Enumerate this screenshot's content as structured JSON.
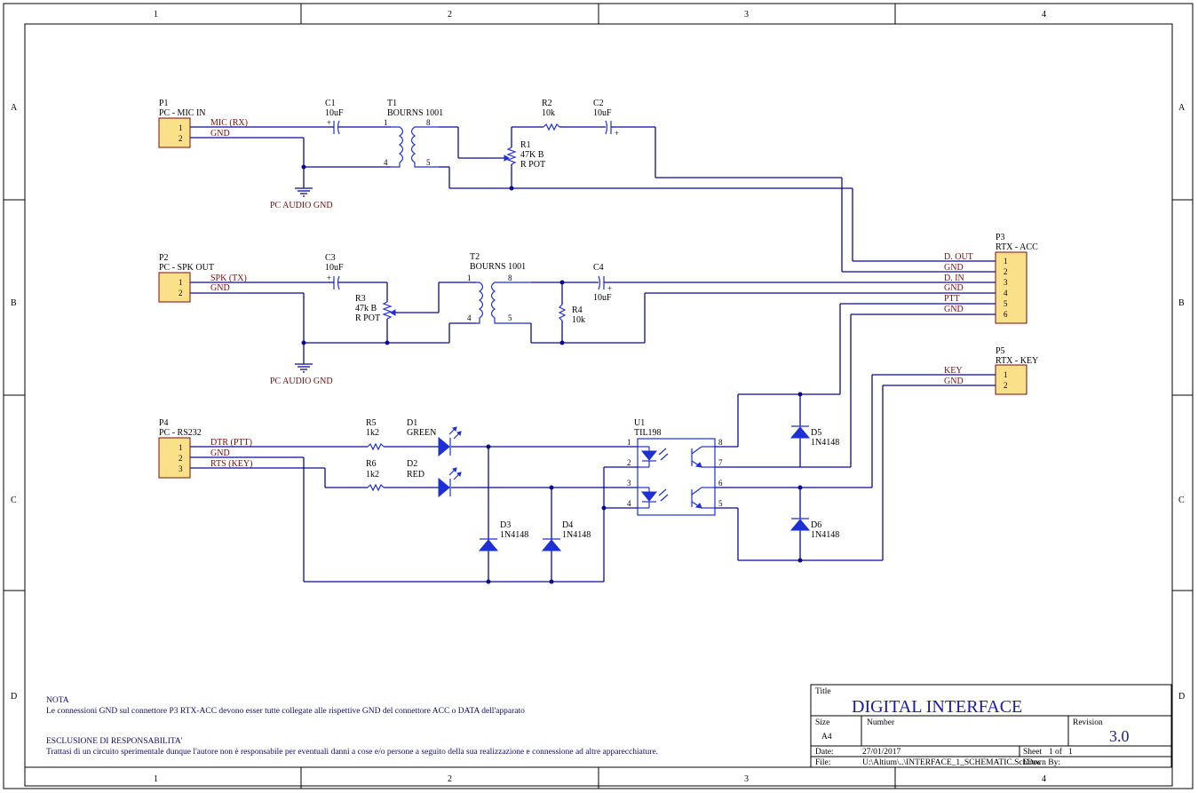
{
  "border": {
    "columns": [
      "1",
      "2",
      "3",
      "4"
    ],
    "rows": [
      "A",
      "B",
      "C",
      "D"
    ]
  },
  "components": {
    "p1": {
      "ref": "P1",
      "value": "PC - MIC IN",
      "pins": [
        "1",
        "2"
      ],
      "nets": [
        "MIC (RX)",
        "GND"
      ]
    },
    "p2": {
      "ref": "P2",
      "value": "PC - SPK OUT",
      "pins": [
        "1",
        "2"
      ],
      "nets": [
        "SPK (TX)",
        "GND"
      ]
    },
    "p3": {
      "ref": "P3",
      "value": "RTX - ACC",
      "pins": [
        "1",
        "2",
        "3",
        "4",
        "5",
        "6"
      ],
      "nets": [
        "D. OUT",
        "GND",
        "D. IN",
        "GND",
        "PTT",
        "GND"
      ]
    },
    "p4": {
      "ref": "P4",
      "value": "PC - RS232",
      "pins": [
        "1",
        "2",
        "3"
      ],
      "nets": [
        "DTR (PTT)",
        "GND",
        "RTS (KEY)"
      ]
    },
    "p5": {
      "ref": "P5",
      "value": "RTX - KEY",
      "pins": [
        "1",
        "2"
      ],
      "nets": [
        "KEY",
        "GND"
      ]
    },
    "c1": {
      "ref": "C1",
      "value": "10uF",
      "plus": "+"
    },
    "c2": {
      "ref": "C2",
      "value": "10uF",
      "plus": "+"
    },
    "c3": {
      "ref": "C3",
      "value": "10uF",
      "plus": "+"
    },
    "c4": {
      "ref": "C4",
      "value": "10uF",
      "plus": "+"
    },
    "t1": {
      "ref": "T1",
      "value": "BOURNS 1001",
      "pins": [
        "1",
        "4",
        "8",
        "5"
      ]
    },
    "t2": {
      "ref": "T2",
      "value": "BOURNS 1001",
      "pins": [
        "1",
        "4",
        "8",
        "5"
      ]
    },
    "r1": {
      "ref": "R1",
      "value": "47K B",
      "type": "R POT"
    },
    "r2": {
      "ref": "R2",
      "value": "10k"
    },
    "r3": {
      "ref": "R3",
      "value": "47k B",
      "type": "R POT"
    },
    "r4": {
      "ref": "R4",
      "value": "10k"
    },
    "r5": {
      "ref": "R5",
      "value": "1k2"
    },
    "r6": {
      "ref": "R6",
      "value": "1k2"
    },
    "d1": {
      "ref": "D1",
      "value": "GREEN"
    },
    "d2": {
      "ref": "D2",
      "value": "RED"
    },
    "d3": {
      "ref": "D3",
      "value": "1N4148"
    },
    "d4": {
      "ref": "D4",
      "value": "1N4148"
    },
    "d5": {
      "ref": "D5",
      "value": "1N4148"
    },
    "d6": {
      "ref": "D6",
      "value": "1N4148"
    },
    "u1": {
      "ref": "U1",
      "value": "TIL198",
      "pins": [
        "1",
        "2",
        "3",
        "4",
        "8",
        "7",
        "6",
        "5"
      ]
    },
    "gnd1": {
      "label": "PC AUDIO GND"
    },
    "gnd2": {
      "label": "PC AUDIO GND"
    }
  },
  "notes": {
    "nota_title": "NOTA",
    "nota_text": "Le connessioni GND sul connettore P3 RTX-ACC devono esser tutte collegate alle rispettive GND del connettore ACC o DATA dell'apparato",
    "disclaimer_title": "ESCLUSIONE DI RESPONSABILITA'",
    "disclaimer_text": "Trattasi di un circuito sperimentale dunque l'autore non è responsabile per eventuali danni a cose e/o persone a seguito della sua realizzazione e connessione ad altre apparecchiature."
  },
  "title_block": {
    "title_label": "Title",
    "title": "DIGITAL INTERFACE",
    "size_label": "Size",
    "size": "A4",
    "number_label": "Number",
    "revision_label": "Revision",
    "revision": "3.0",
    "date_label": "Date:",
    "date": "27/01/2017",
    "file_label": "File:",
    "file": "U:\\Altium\\..\\INTERFACE_1_SCHEMATIC.SchDoc",
    "sheet_label": "Sheet",
    "sheet": "1",
    "of_label": "of",
    "of": "1",
    "drawn_by_label": "Drawn By:"
  },
  "colors": {
    "wire": "#0b0b9a",
    "component": "#1d2fd6",
    "net_label": "#7a0b0b",
    "connector_fill": "#fbe08a"
  }
}
